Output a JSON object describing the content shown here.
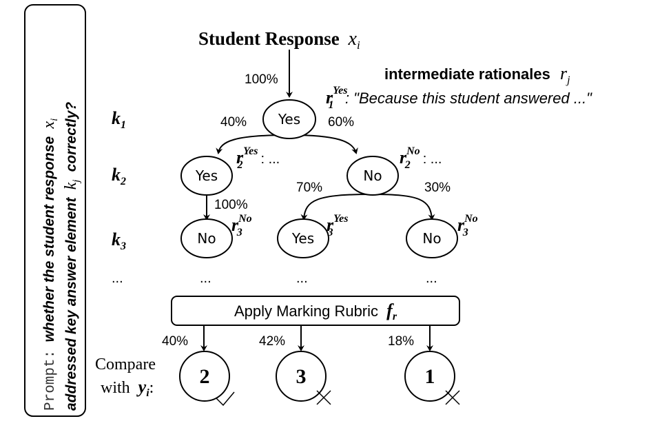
{
  "prompt": {
    "label": "Prompt:",
    "line1": "whether the student response",
    "line1_var": "x",
    "line1_sub": "i",
    "line2": "addressed key answer element",
    "line2_var": "k",
    "line2_sub": "j",
    "line2_tail": "correctly?"
  },
  "title": {
    "text": "Student Response",
    "var": "x",
    "sub": "i"
  },
  "rationales_heading": {
    "text": "intermediate rationales",
    "var": "r",
    "sub": "j"
  },
  "root_rationale": {
    "var": "r",
    "sup": "Yes",
    "sub": "1",
    "quote": ": \"Because this student answered ...\""
  },
  "levels": {
    "k1": "k",
    "k1_sub": "1",
    "k2": "k",
    "k2_sub": "2",
    "k3": "k",
    "k3_sub": "3",
    "dots": "..."
  },
  "nodes": {
    "root": "Yes",
    "l2_left": "Yes",
    "l2_right": "No",
    "l3_a": "No",
    "l3_b": "Yes",
    "l3_c": "No"
  },
  "percents": {
    "root_in": "100%",
    "root_left": "40%",
    "root_right": "60%",
    "left_down": "100%",
    "right_left": "70%",
    "right_right": "30%",
    "out_1": "40%",
    "out_2": "42%",
    "out_3": "18%"
  },
  "rationales": {
    "r2_left": {
      "var": "r",
      "sub": "2",
      "sup": "Yes",
      "tail": ": ..."
    },
    "r2_right": {
      "var": "r",
      "sub": "2",
      "sup": "No",
      "tail": ": ..."
    },
    "r3_a": {
      "var": "r",
      "sub": "3",
      "sup": "No"
    },
    "r3_b": {
      "var": "r",
      "sub": "3",
      "sup": "Yes"
    },
    "r3_c": {
      "var": "r",
      "sub": "3",
      "sup": "No"
    }
  },
  "ellipsis_row": [
    "...",
    "...",
    "...",
    "..."
  ],
  "rubric": {
    "text": "Apply Marking Rubric",
    "var": "f",
    "sub": "r"
  },
  "compare": {
    "line1": "Compare",
    "line2": "with",
    "var": "y",
    "sub": "i",
    "colon": ":"
  },
  "scores": [
    "2",
    "3",
    "1"
  ],
  "marks": [
    "check",
    "cross",
    "cross"
  ]
}
